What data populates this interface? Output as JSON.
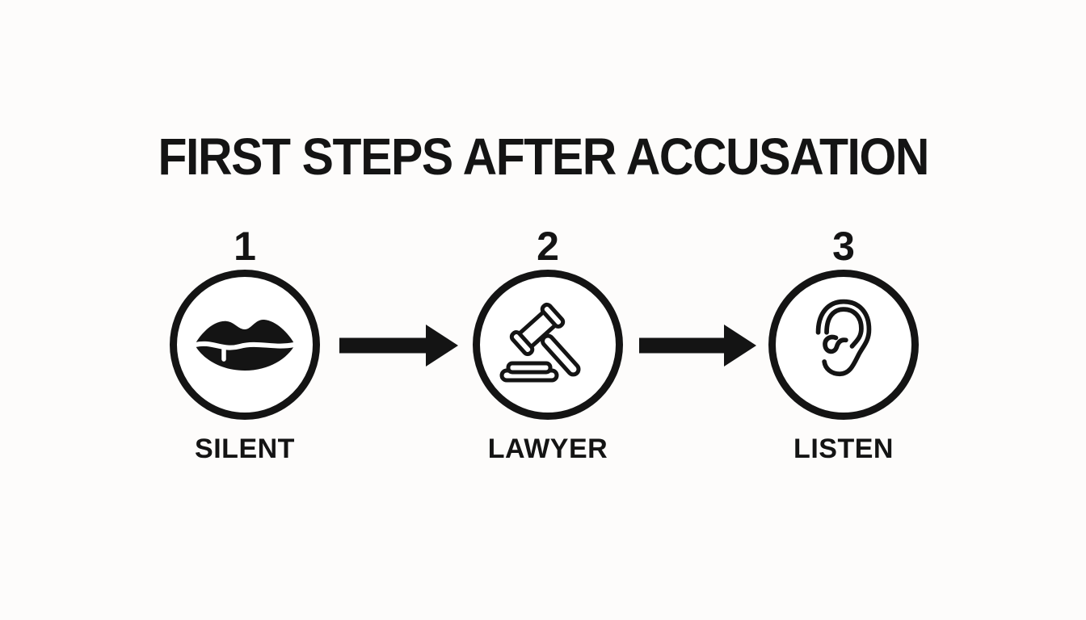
{
  "colors": {
    "background": "#fdfcfb",
    "ink": "#141414"
  },
  "title": "FIRST STEPS AFTER ACCUSATION",
  "steps": [
    {
      "number": "1",
      "label": "SILENT",
      "icon": "lips-icon"
    },
    {
      "number": "2",
      "label": "LAWYER",
      "icon": "gavel-icon"
    },
    {
      "number": "3",
      "label": "LISTEN",
      "icon": "ear-icon"
    }
  ],
  "arrows": [
    {
      "icon": "arrow-right-icon"
    },
    {
      "icon": "arrow-right-icon"
    }
  ]
}
